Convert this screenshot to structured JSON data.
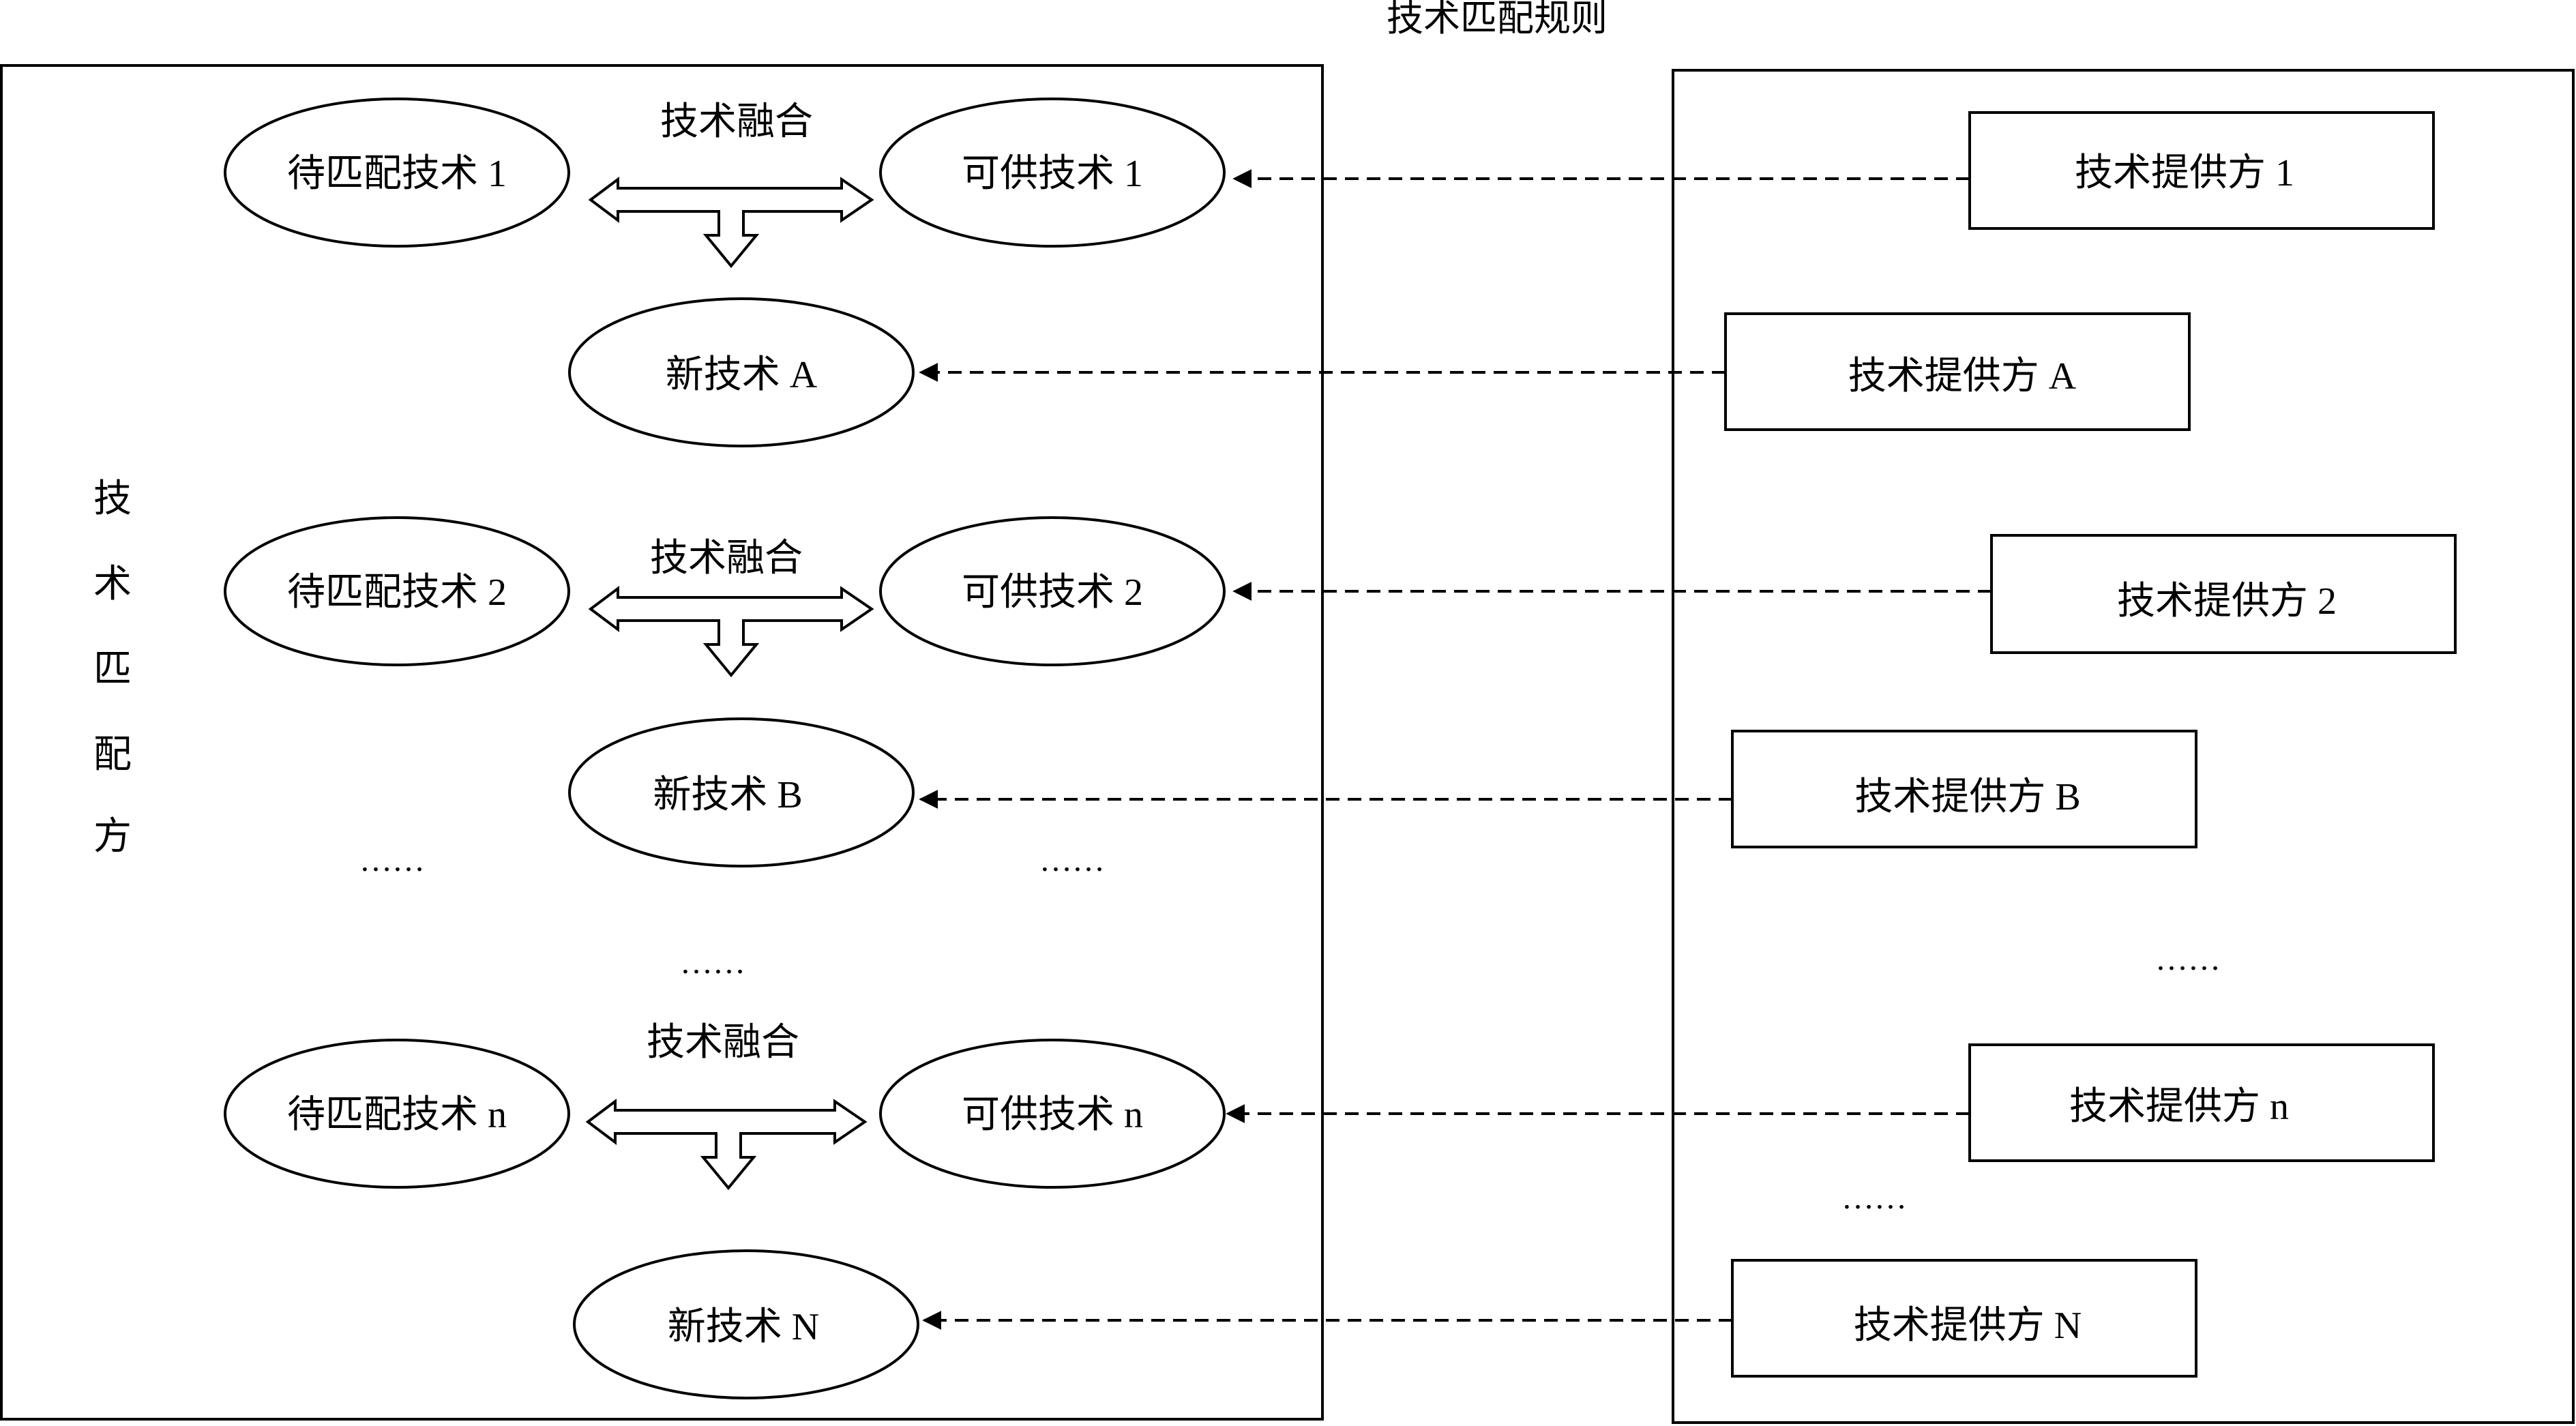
{
  "title": "技术匹配规则",
  "side_label": [
    "技",
    "术",
    "匹",
    "配",
    "方"
  ],
  "fusion_label": "技术融合",
  "ellipsis": "……",
  "groups": [
    {
      "pending": "待匹配技术 1",
      "available": "可供技术 1",
      "new_tech": "新技术 A"
    },
    {
      "pending": "待匹配技术 2",
      "available": "可供技术 2",
      "new_tech": "新技术 B"
    },
    {
      "pending": "待匹配技术 n",
      "available": "可供技术 n",
      "new_tech": "新技术 N"
    }
  ],
  "providers": [
    "技术提供方 1",
    "技术提供方 A",
    "技术提供方 2",
    "技术提供方 B",
    "技术提供方 n",
    "技术提供方 N"
  ]
}
